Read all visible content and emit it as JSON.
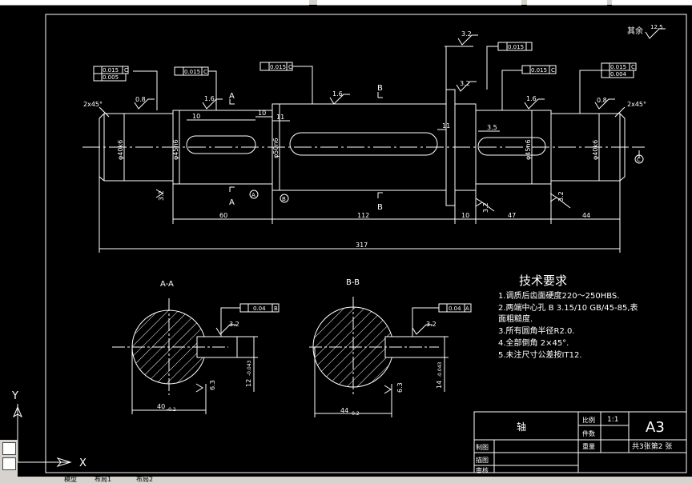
{
  "title_block": {
    "part_name": "轴",
    "scale_label": "比例",
    "scale_value": "1:1",
    "count_label": "件数",
    "weight_label": "重量",
    "sheet_size": "A3",
    "sheets": "共3张第2 张",
    "row_draw": "制图",
    "row_trace": "描图",
    "row_review": "审核"
  },
  "surface": {
    "other": "其余",
    "other_ra": "12.5"
  },
  "dims": {
    "chamfer_left": "2x45°",
    "chamfer_right": "2x45°",
    "d_left_journal": "φ40k6",
    "d_left_shoulder": "φ45n6",
    "d_mid": "φ50n6",
    "d_right_shoulder": "φ45n6",
    "d_right_journal": "φ40k6",
    "len_60": "60",
    "len_112": "112",
    "len_10": "10",
    "len_47": "47",
    "len_44": "44",
    "len_total": "317",
    "key_10a": "10",
    "key_10b": "10",
    "key_11a": "11",
    "key_11b": "11",
    "key_35": "3.5",
    "ra_08a": "0.8",
    "ra_16a": "1.6",
    "ra_16b": "1.6",
    "ra_32a": "3.2",
    "ra_32b": "3.2",
    "ra_32c": "3.2",
    "ra_32d": "3.2",
    "ra_16c": "1.6",
    "ra_08b": "0.8",
    "ra_32e": "3.2",
    "ra_32f": "3.2",
    "ra_63a": "6.3",
    "ra_63b": "6.3"
  },
  "tolerance_frames": {
    "f1a": "0.015",
    "f1b": "0.005",
    "f2": "0.015",
    "f3": "0.015",
    "f4": "0.015",
    "f5": "0.015",
    "f6a": "0.015",
    "f6b": "0.004",
    "sa": "0.04",
    "sb": "0.04",
    "ref_c": "C",
    "ref_b": "B",
    "ref_a": "A"
  },
  "datum": {
    "a": "A",
    "b": "B",
    "c": "C"
  },
  "section_marks": {
    "a": "A",
    "b": "B"
  },
  "sections": {
    "aa_title": "A-A",
    "bb_title": "B-B",
    "aa_width": "40",
    "aa_width_tol": "-0.2",
    "aa_key": "12",
    "aa_key_tol": "-0.043",
    "bb_width": "44",
    "bb_width_tol": "-0.2",
    "bb_key": "14",
    "bb_key_tol": "-0.043"
  },
  "tech": {
    "heading": "技术要求",
    "lines": [
      "1.调质后齿面硬度220～250HBS.",
      "2.两端中心孔 B 3.15/10  GB/45-85,表",
      "面粗糙度.",
      "3.所有圆角半径R2.0.",
      "4.全部倒角 2×45°.",
      "5.未注尺寸公差按IT12."
    ]
  },
  "ucs": {
    "x": "X",
    "y": "Y"
  },
  "tabs": {
    "model": "模型",
    "layout1": "布局1",
    "layout2": "布局2"
  },
  "colors": {
    "bg": "#000000",
    "line": "#ffffff",
    "chrome": "#d6d3ce"
  }
}
